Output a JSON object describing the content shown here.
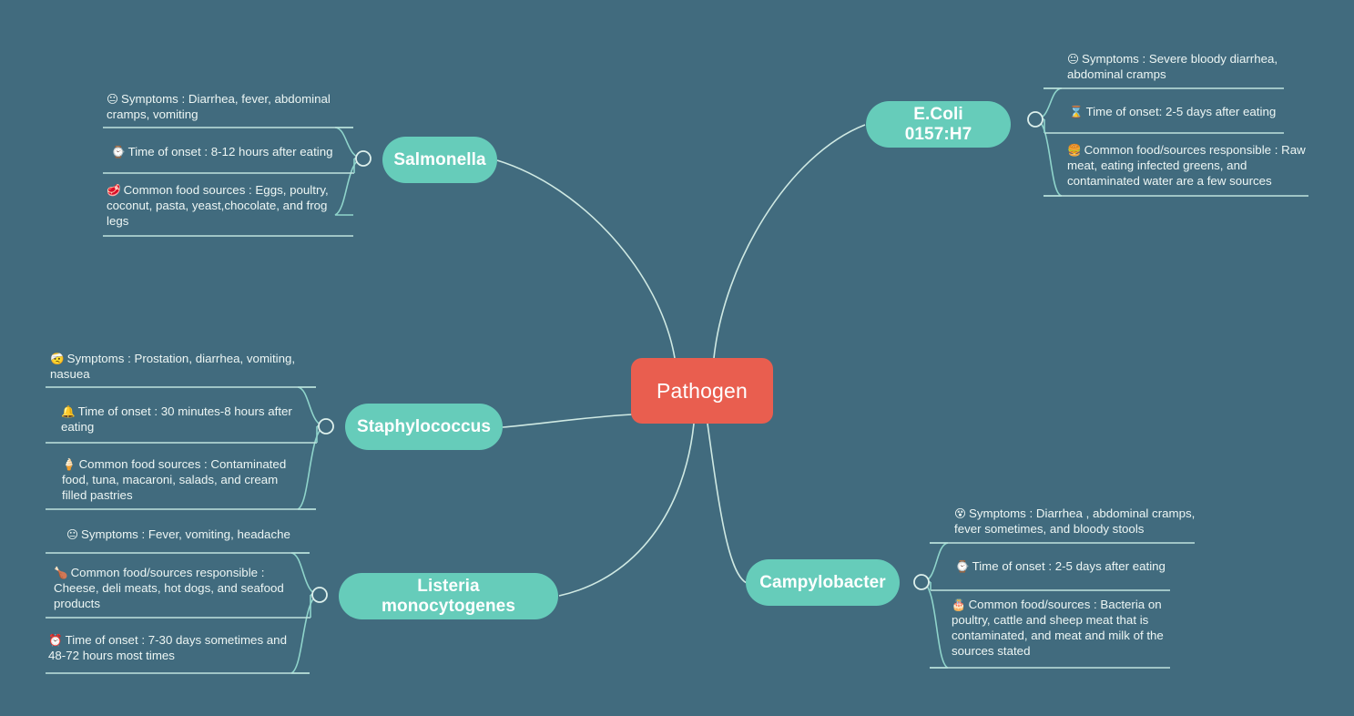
{
  "diagram": {
    "title": "Pathogen",
    "type": "mind-map",
    "colors": {
      "background": "#416B7E",
      "center_node": "#E95E4F",
      "topic_node": "#66CCBA",
      "line": "#CFE9E3",
      "text": "#EDF6F4"
    }
  },
  "center": {
    "label": "Pathogen"
  },
  "branches": [
    {
      "id": "salmonella",
      "label": "Salmonella",
      "leaves": [
        {
          "icon": "neutral-face-emoji",
          "glyph": "😐",
          "text": "Symptoms : Diarrhea, fever, abdominal cramps, vomiting"
        },
        {
          "icon": "watch-emoji",
          "glyph": "⌚",
          "text": "Time of onset : 8-12 hours after eating"
        },
        {
          "icon": "cut-of-meat-emoji",
          "glyph": "🥩",
          "text": "Common food sources : Eggs, poultry, coconut, pasta, yeast,chocolate, and frog legs"
        }
      ]
    },
    {
      "id": "ecoli",
      "label": "E.Coli 0157:H7",
      "leaves": [
        {
          "icon": "neutral-face-emoji",
          "glyph": "😐",
          "text": "Symptoms : Severe bloody diarrhea, abdominal cramps"
        },
        {
          "icon": "hourglass-emoji",
          "glyph": "⌛",
          "text": "Time of onset: 2-5 days after eating"
        },
        {
          "icon": "hamburger-emoji",
          "glyph": "🍔",
          "text": "Common food/sources responsible : Raw meat, eating infected greens, and contaminated water are a few sources"
        }
      ]
    },
    {
      "id": "staphylococcus",
      "label": "Staphylococcus",
      "leaves": [
        {
          "icon": "face-with-head-bandage-emoji",
          "glyph": "🤕",
          "text": "Symptoms : Prostation, diarrhea, vomiting, nasuea"
        },
        {
          "icon": "bell-emoji",
          "glyph": "🔔",
          "text": "Time of onset : 30 minutes-8 hours after eating"
        },
        {
          "icon": "ice-cream-cone-emoji",
          "glyph": "🍦",
          "text": "Common food sources : Contaminated food, tuna, macaroni, salads, and cream filled pastries"
        }
      ]
    },
    {
      "id": "listeria",
      "label": "Listeria monocytogenes",
      "leaves": [
        {
          "icon": "neutral-face-emoji",
          "glyph": "😐",
          "text": "Symptoms : Fever, vomiting, headache"
        },
        {
          "icon": "poultry-leg-emoji",
          "glyph": "🍗",
          "text": "Common food/sources responsible : Cheese, deli meats, hot dogs, and seafood products"
        },
        {
          "icon": "alarm-clock-emoji",
          "glyph": "⏰",
          "text": "Time of onset : 7-30 days sometimes and 48-72 hours most times"
        }
      ]
    },
    {
      "id": "campylobacter",
      "label": "Campylobacter",
      "leaves": [
        {
          "icon": "dizzy-face-emoji",
          "glyph": "😵",
          "text": "Symptoms : Diarrhea , abdominal cramps, fever sometimes, and bloody stools"
        },
        {
          "icon": "watch-emoji",
          "glyph": "⌚",
          "text": "Time of onset : 2-5 days after eating"
        },
        {
          "icon": "birthday-cake-emoji",
          "glyph": "🎂",
          "text": "Common food/sources : Bacteria on poultry, cattle and sheep meat that is contaminated, and meat and milk of the sources stated"
        }
      ]
    }
  ]
}
